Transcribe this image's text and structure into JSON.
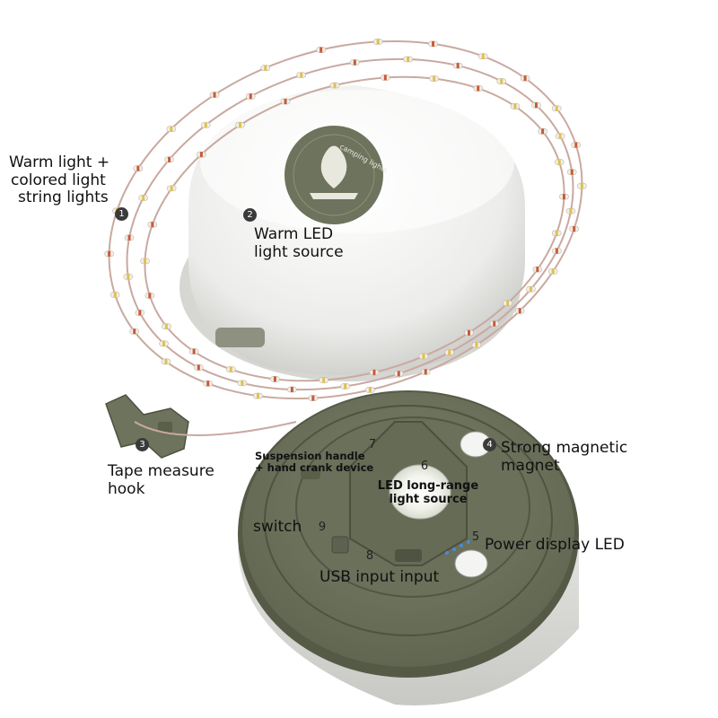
{
  "colors": {
    "olive": "#6d735c",
    "olive_dark": "#5a5f4a",
    "olive_light": "#858b73",
    "shell_white": "#f2f2f0",
    "wire": "#c9a9a0",
    "bead_yellow": "#e0c050",
    "bead_red": "#c85a3a"
  },
  "logo_text": "camping lights",
  "callouts": [
    {
      "num": "1",
      "text_lines": [
        "Warm light +",
        "colored light",
        "string lights"
      ]
    },
    {
      "num": "2",
      "text_lines": [
        "Warm LED",
        "light source"
      ]
    },
    {
      "num": "3",
      "text_lines": [
        "Tape measure",
        "hook"
      ]
    },
    {
      "num": "4",
      "text_lines": [
        "Strong magnetic",
        "magnet"
      ]
    },
    {
      "num": "5",
      "text_lines": [
        "Power display LED"
      ]
    },
    {
      "num": "6",
      "text_lines": [
        "LED long-range",
        "light source"
      ]
    },
    {
      "num": "7",
      "text_lines": [
        "Suspension handle",
        "+ hand crank device"
      ]
    },
    {
      "num": "8",
      "text_lines": [
        "USB input input"
      ]
    },
    {
      "num": "9",
      "text_lines": [
        "switch"
      ]
    }
  ]
}
